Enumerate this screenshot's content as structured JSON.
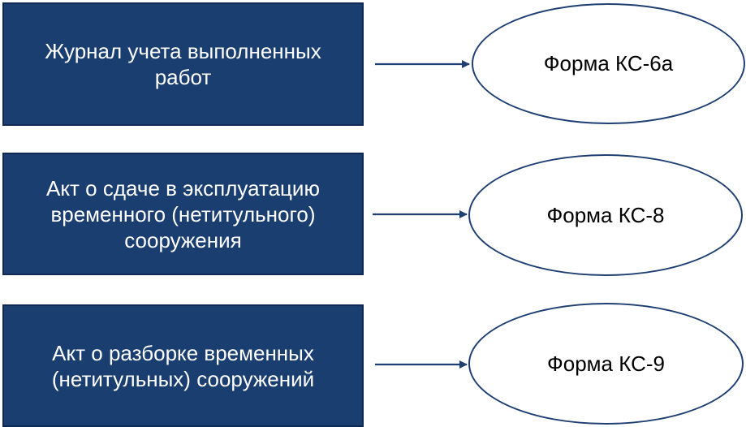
{
  "colors": {
    "box_fill": "#1a3e70",
    "box_text": "#ffffff",
    "ellipse_border": "#1f3f73",
    "arrow": "#1f3f73"
  },
  "rows": [
    {
      "document": "Журнал учета выполненных\nработ",
      "form": "Форма КС-6а"
    },
    {
      "document": "Акт о сдаче в эксплуатацию\nвременного (нетитульного)\nсооружения",
      "form": "Форма КС-8"
    },
    {
      "document": "Акт о разборке временных\n(нетитульных) сооружений",
      "form": "Форма КС-9"
    }
  ]
}
